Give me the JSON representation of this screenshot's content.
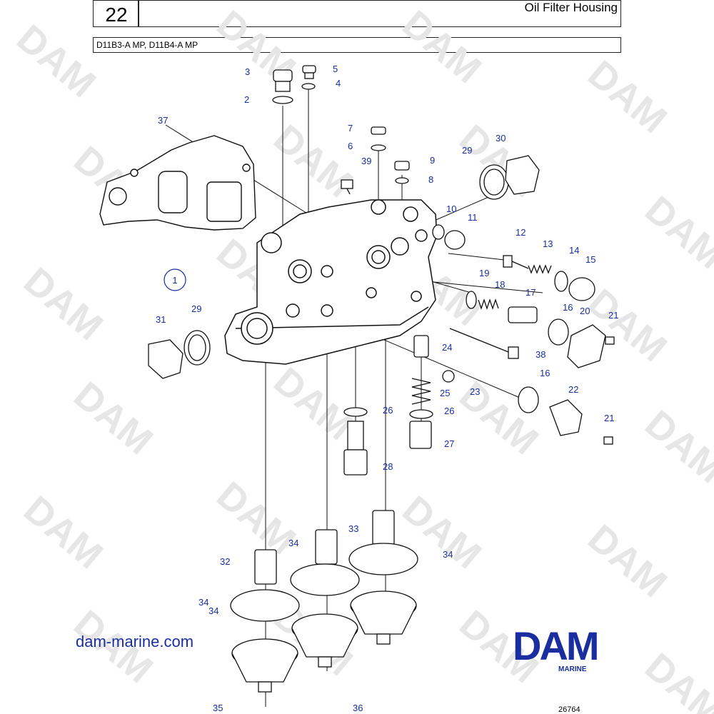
{
  "header": {
    "page_number": "22",
    "title": "Oil Filter Housing",
    "models": "D11B3-A MP, D11B4-A MP"
  },
  "diagram": {
    "group_marker": "1",
    "callouts": [
      "2",
      "3",
      "4",
      "5",
      "6",
      "7",
      "8",
      "9",
      "10",
      "11",
      "12",
      "13",
      "14",
      "15",
      "16",
      "16",
      "17",
      "18",
      "19",
      "20",
      "21",
      "21",
      "22",
      "23",
      "24",
      "25",
      "26",
      "26",
      "27",
      "28",
      "29",
      "29",
      "30",
      "31",
      "32",
      "33",
      "34",
      "34",
      "34",
      "34",
      "35",
      "36",
      "37",
      "38",
      "39"
    ]
  },
  "watermark": "DAM",
  "footer": {
    "website": "dam-marine.com",
    "logo": "DAM",
    "logo_sub": "MARINE",
    "doc_number": "26764"
  },
  "colors": {
    "accent": "#1a2ea0",
    "line": "#111111",
    "watermark": "#e4e4e4"
  }
}
